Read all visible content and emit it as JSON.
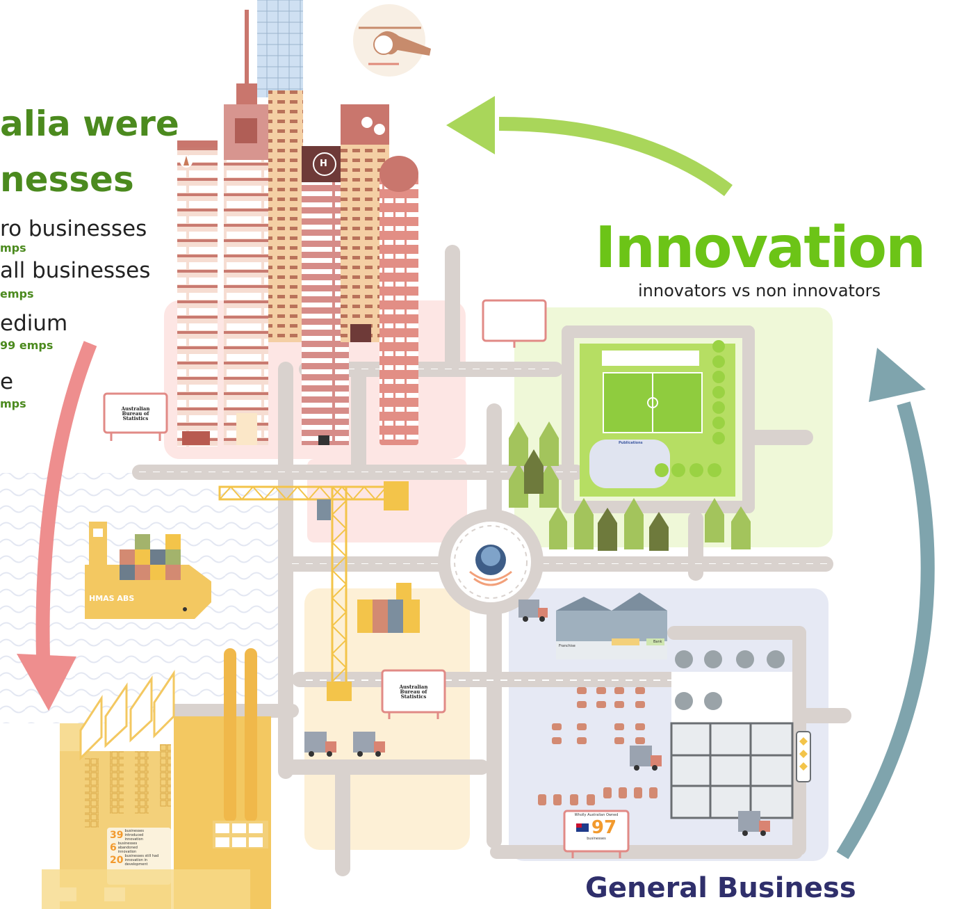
{
  "colors": {
    "green_dark": "#4b8a1e",
    "green_bright": "#6cc417",
    "green_arrow": "#a9d65a",
    "pink_arrow": "#ee8e8e",
    "teal_arrow": "#7fa4ad",
    "navy": "#2f2f6b",
    "road": "#d9d2ce",
    "zone_pink": "#fde6e4",
    "zone_green": "#eff8d8",
    "zone_yellow": "#fdf0d6",
    "zone_blue": "#e6e9f4",
    "brick": "#d9847e",
    "sand": "#f0c9a0",
    "factory": "#f3c861",
    "house_green": "#a3c45c"
  },
  "headline": {
    "line1": "alia were",
    "line2": "nesses"
  },
  "business_sizes": [
    {
      "label": "ro businesses",
      "employees": "mps"
    },
    {
      "label": "all businesses",
      "employees": "emps"
    },
    {
      "label": "edium",
      "employees": "99 emps"
    },
    {
      "label": "e",
      "employees": "mps"
    }
  ],
  "innovation": {
    "title": "Innovation",
    "subtitle": "innovators vs non innovators"
  },
  "general_business": {
    "title": "General Business"
  },
  "billboard": {
    "abs_lines": [
      "Australian",
      "Bureau of",
      "Statistics"
    ]
  },
  "ship": {
    "name": "HMAS ABS"
  },
  "factory_stats": [
    {
      "value": "39",
      "text": "businesses introduced innovation"
    },
    {
      "value": "6",
      "text": "businesses abandoned innovation"
    },
    {
      "value": "20",
      "text": "businesses still had innovation in development"
    }
  ],
  "shops": {
    "sign_1": "Franchise",
    "sign_2": "Bank"
  },
  "park": {
    "sign_title": "Publications"
  },
  "market_billboard": {
    "caption": "Wholly Australian Owned",
    "value": "97",
    "unit": "businesses"
  },
  "icons": {
    "helicopter": "helicopter-icon",
    "helipad": "helipad-h-icon",
    "truck": "delivery-truck-icon",
    "flag": "australian-flag-icon"
  }
}
